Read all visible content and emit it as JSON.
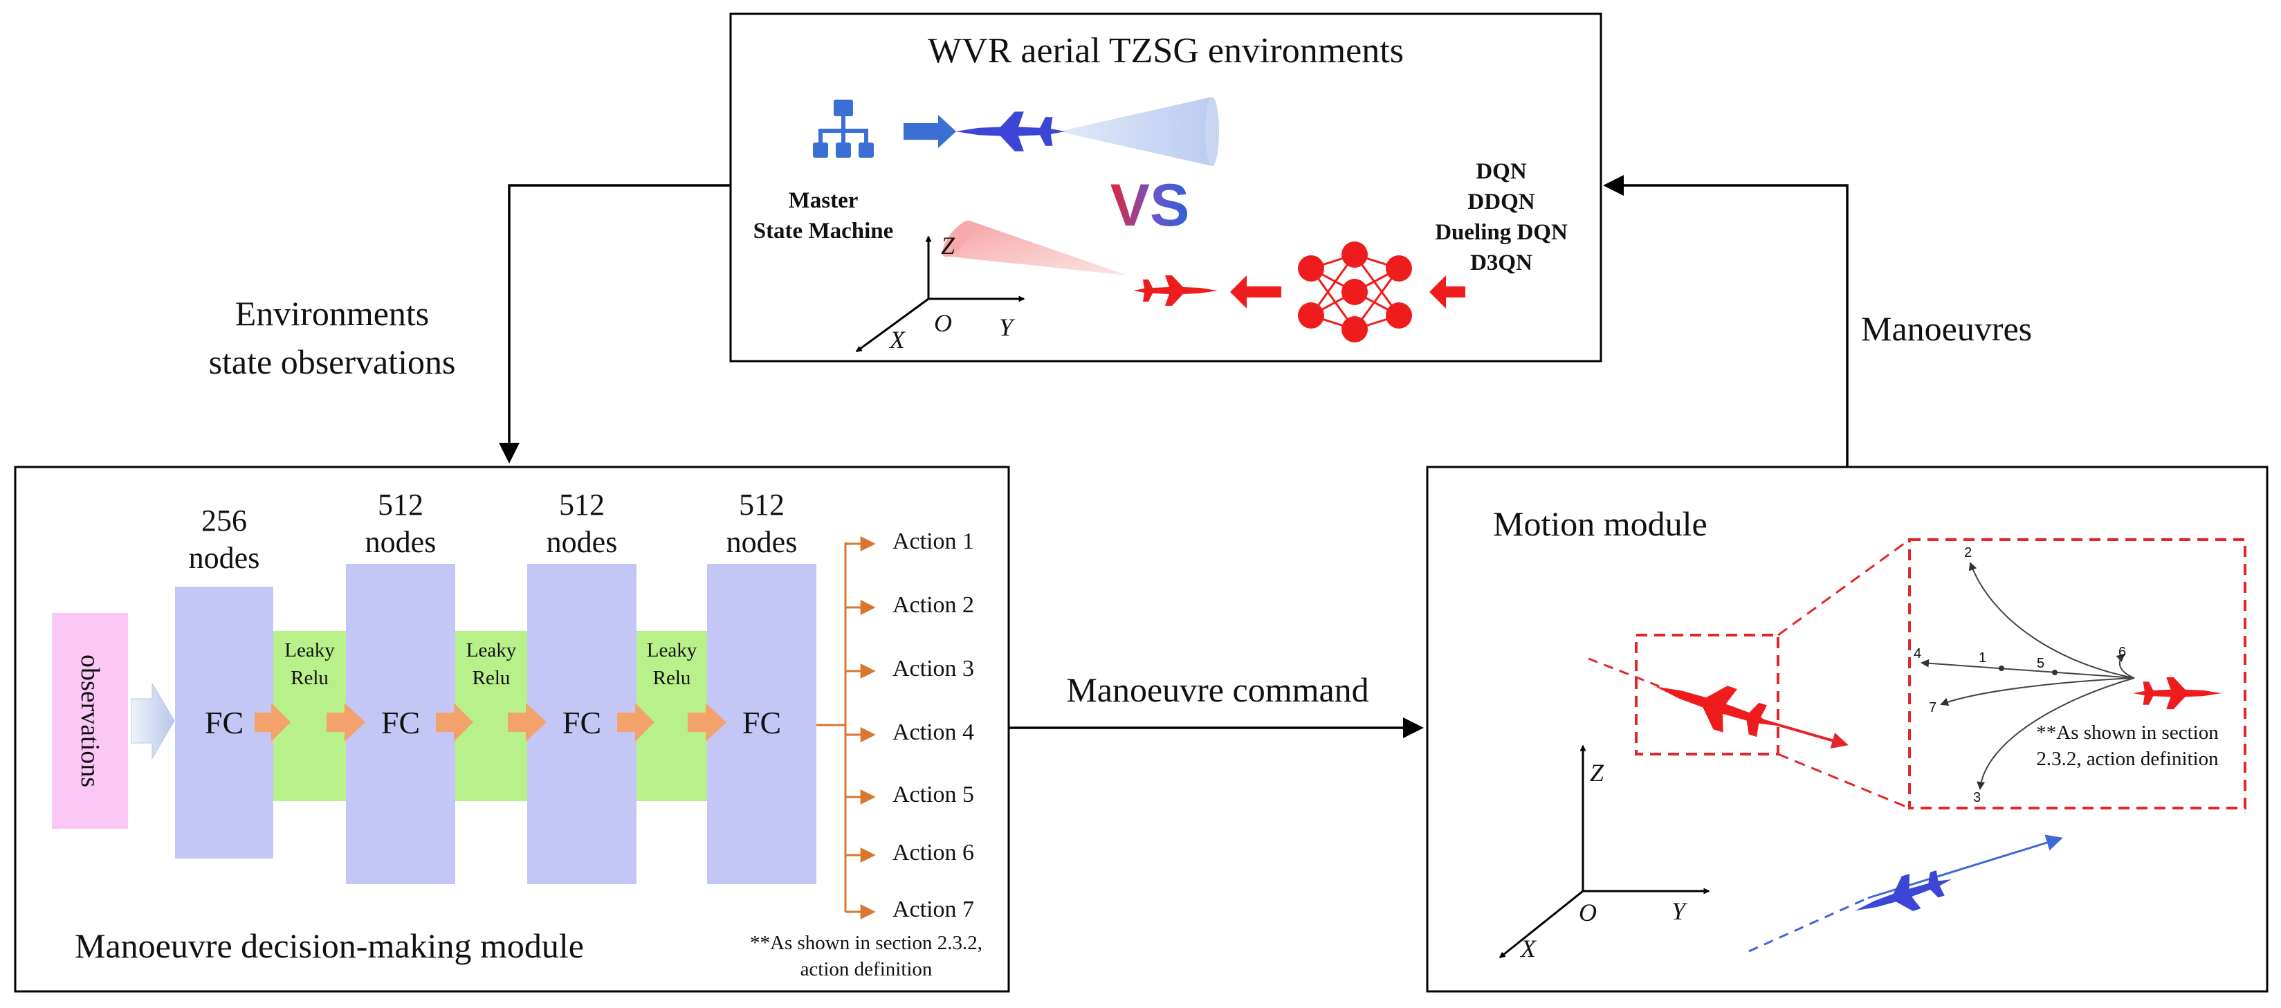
{
  "colors": {
    "blue_aircraft": "#3b46d6",
    "red_aircraft": "#ee1c1c",
    "fc_layer": "#c4c7f5",
    "activation": "#b8f08a",
    "observations": "#fbc8f6",
    "arrow_orange": "#f3a26c",
    "action_arrow": "#d9762f",
    "frame_red": "#e3262b"
  },
  "environment": {
    "title": "WVR aerial TZSG environments",
    "blue_agent_lines": [
      "Master",
      "State Machine"
    ],
    "versus": "VS",
    "red_agent_algorithms": [
      "DQN",
      "DDQN",
      "Dueling DQN",
      "D3QN"
    ],
    "axes": {
      "z": "Z",
      "o": "O",
      "y": "Y",
      "x": "X"
    },
    "icons": [
      "hierarchy-icon",
      "blue-jet-icon",
      "red-jet-icon",
      "neural-network-icon"
    ]
  },
  "flows": {
    "state_observations": [
      "Environments",
      "state observations"
    ],
    "manoeuvres": "Manoeuvres",
    "manoeuvre_command": "Manoeuvre command"
  },
  "decision_module": {
    "title": "Manoeuvre decision-making module",
    "input_label": "observations",
    "layers": [
      {
        "count": "256",
        "unit": "nodes",
        "label": "FC"
      },
      {
        "count": "512",
        "unit": "nodes",
        "label": "FC"
      },
      {
        "count": "512",
        "unit": "nodes",
        "label": "FC"
      },
      {
        "count": "512",
        "unit": "nodes",
        "label": "FC"
      }
    ],
    "activation_lines": [
      "Leaky",
      "Relu"
    ],
    "actions": [
      "Action 1",
      "Action 2",
      "Action 3",
      "Action 4",
      "Action 5",
      "Action 6",
      "Action 7"
    ],
    "note_lines": [
      "**As shown in section 2.3.2,",
      "action definition"
    ]
  },
  "motion_module": {
    "title": "Motion module",
    "axes": {
      "z": "Z",
      "o": "O",
      "y": "Y",
      "x": "X"
    },
    "action_numbers": [
      "1",
      "2",
      "3",
      "4",
      "5",
      "6",
      "7"
    ],
    "note_lines": [
      "**As shown in section",
      "2.3.2, action definition"
    ]
  }
}
